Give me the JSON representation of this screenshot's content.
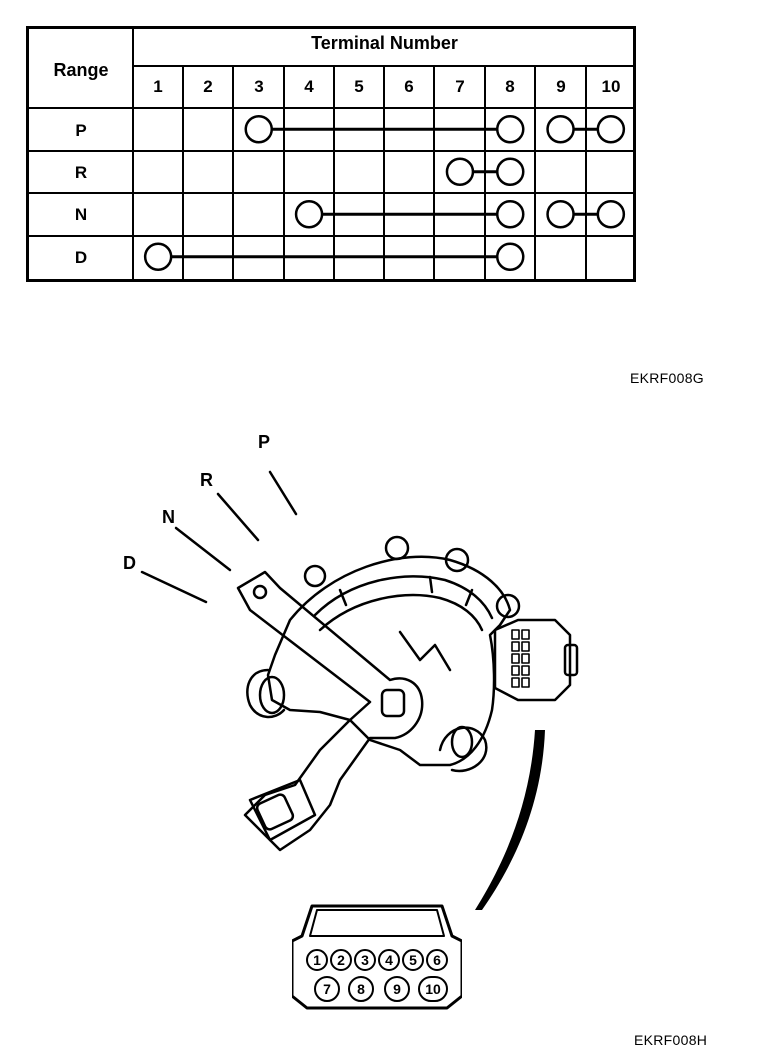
{
  "table": {
    "range_header": "Range",
    "terminal_header": "Terminal Number",
    "terminals": [
      "1",
      "2",
      "3",
      "4",
      "5",
      "6",
      "7",
      "8",
      "9",
      "10"
    ],
    "rows": [
      {
        "range": "P",
        "connections": [
          [
            3,
            8
          ],
          [
            9,
            10
          ]
        ]
      },
      {
        "range": "R",
        "connections": [
          [
            7,
            8
          ]
        ]
      },
      {
        "range": "N",
        "connections": [
          [
            4,
            8
          ],
          [
            9,
            10
          ]
        ]
      },
      {
        "range": "D",
        "connections": [
          [
            1,
            8
          ]
        ]
      }
    ]
  },
  "caption_top": "EKRF008G",
  "illustration": {
    "range_labels": [
      "P",
      "R",
      "N",
      "D"
    ]
  },
  "connector": {
    "top_row_pins": [
      "1",
      "2",
      "3",
      "4",
      "5",
      "6"
    ],
    "bottom_row_pins": [
      "7",
      "8",
      "9",
      "10"
    ]
  },
  "caption_bottom": "EKRF008H"
}
